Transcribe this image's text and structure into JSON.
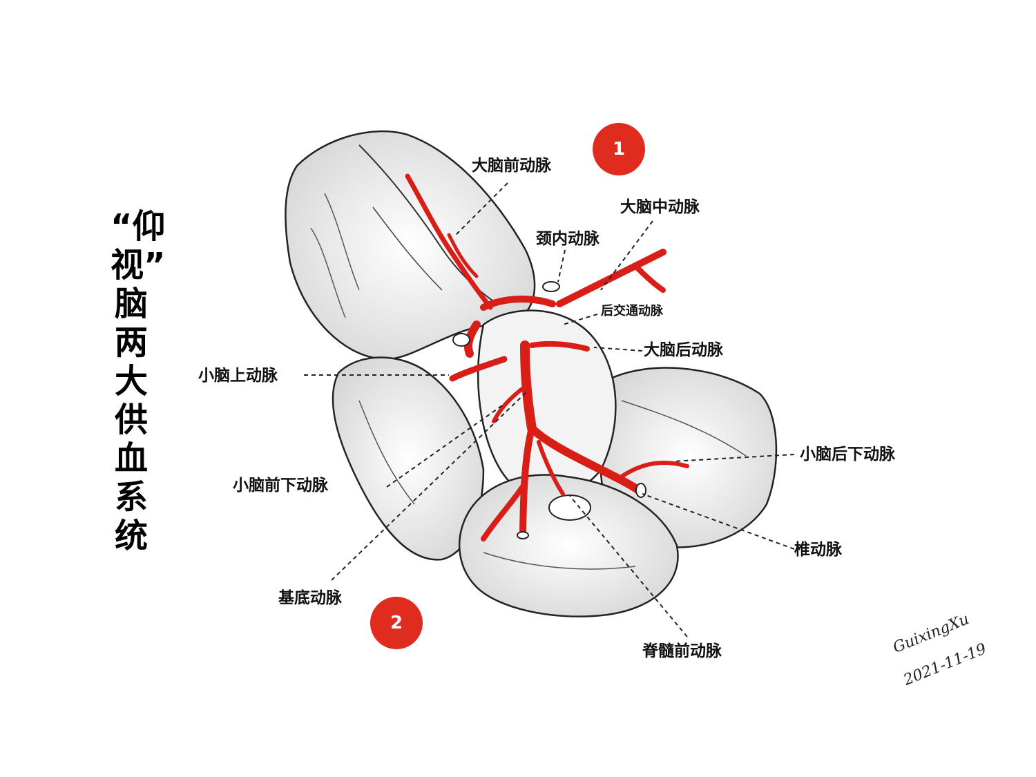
{
  "title_chars": [
    "“仰",
    "视”",
    "脑",
    "两",
    "大",
    "供",
    "血",
    "系",
    "统"
  ],
  "badges": {
    "one": "1",
    "two": "2"
  },
  "labels": {
    "aca": "大脑前动脉",
    "mca": "大脑中动脉",
    "ica": "颈内动脉",
    "pcom": "后交通动脉",
    "pca": "大脑后动脉",
    "sca": "小脑上动脉",
    "pica": "小脑后下动脉",
    "aica": "小脑前下动脉",
    "va": "椎动脉",
    "ba": "基底动脉",
    "asa": "脊髓前动脉"
  },
  "signature": {
    "name": "GuixingXu",
    "date": "2021-11-19"
  },
  "colors": {
    "artery": "#d81e16",
    "badge": "#e02b1f",
    "outline": "#222222"
  }
}
